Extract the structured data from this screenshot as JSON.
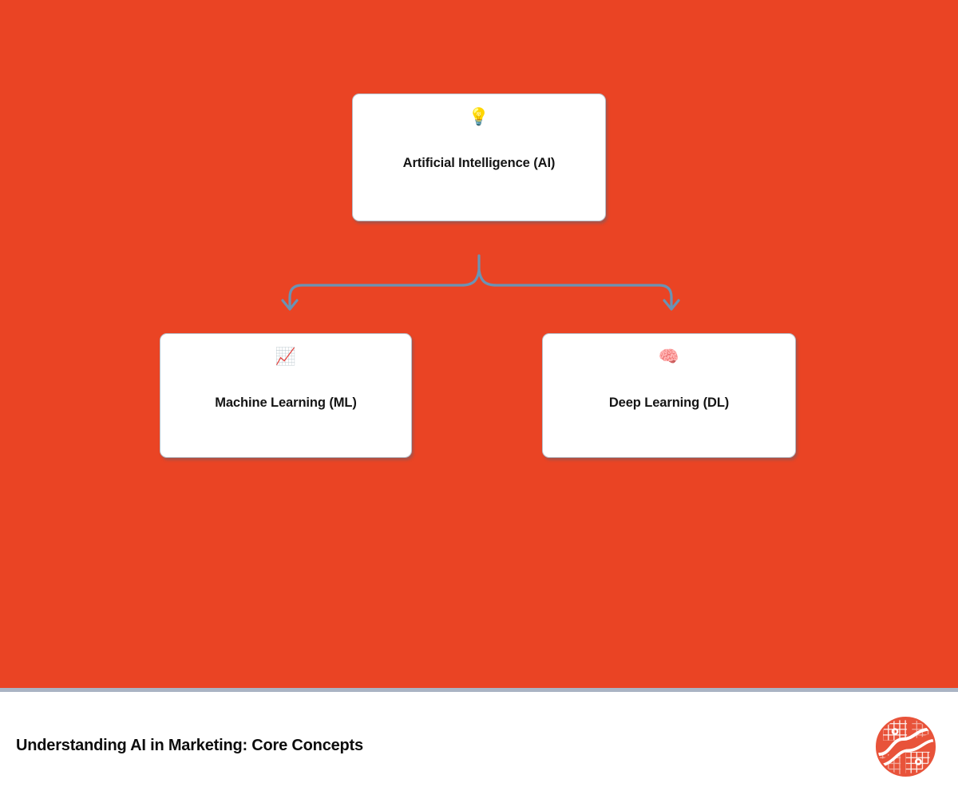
{
  "slide": {
    "background_color": "#ea4424",
    "divider_color": "#aab4c4"
  },
  "diagram": {
    "type": "hierarchy-tree",
    "connector_color": "#6b93b4",
    "nodes": [
      {
        "id": "root",
        "icon": "💡",
        "icon_name": "light-bulb-icon",
        "label": "Artificial Intelligence (AI)",
        "level": 0
      },
      {
        "id": "ml",
        "icon": "📈",
        "icon_name": "chart-increasing-icon",
        "label": "Machine Learning (ML)",
        "level": 1
      },
      {
        "id": "dl",
        "icon": "🧠",
        "icon_name": "brain-icon",
        "label": "Deep Learning (DL)",
        "level": 1
      }
    ],
    "edges": [
      {
        "from": "root",
        "to": "ml"
      },
      {
        "from": "root",
        "to": "dl"
      }
    ]
  },
  "footer": {
    "title": "Understanding AI in Marketing: Core Concepts",
    "logo_name": "brand-logo",
    "logo_color": "#e8533a"
  }
}
